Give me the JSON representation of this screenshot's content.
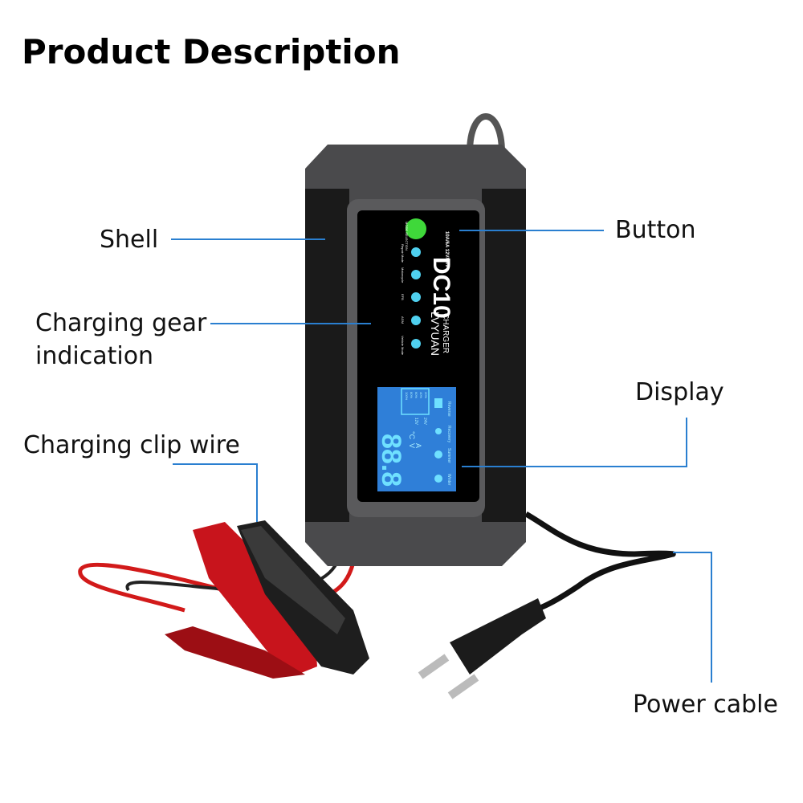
{
  "title": "Product Description",
  "callouts": {
    "shell": "Shell",
    "button": "Button",
    "gear_line1": "Charging gear",
    "gear_line2": "indication",
    "display": "Display",
    "clip_wire": "Charging clip wire",
    "power_cable": "Power cable"
  },
  "device": {
    "brand": "LVYUAN",
    "type": "CHARGER",
    "model": "DC10",
    "rating": "10A/6A 12V/24V",
    "mode_selection": "MODE SELECTION",
    "modes": [
      "Repair Mode",
      "Motorcycle",
      "EFB",
      "AGM",
      "Vehicle Mode"
    ],
    "lcd": {
      "digits": "88.8",
      "units": [
        "°C",
        "V",
        "A"
      ],
      "voltages": [
        "12V",
        "24V"
      ],
      "levels": [
        "100%",
        "80%",
        "60%",
        "40%",
        "20%"
      ],
      "modes": [
        "Winter",
        "Summer",
        "Recovery",
        "Reverse"
      ]
    }
  },
  "colors": {
    "callout_line": "#2a7fd0",
    "body": "#4a4a4c",
    "panel": "#000000",
    "mode_led": "#4fd0ef",
    "button_led": "#3fd83a",
    "lcd": "#2f7fd8",
    "clip_red": "#c8141c",
    "clip_black": "#1e1e1e"
  }
}
